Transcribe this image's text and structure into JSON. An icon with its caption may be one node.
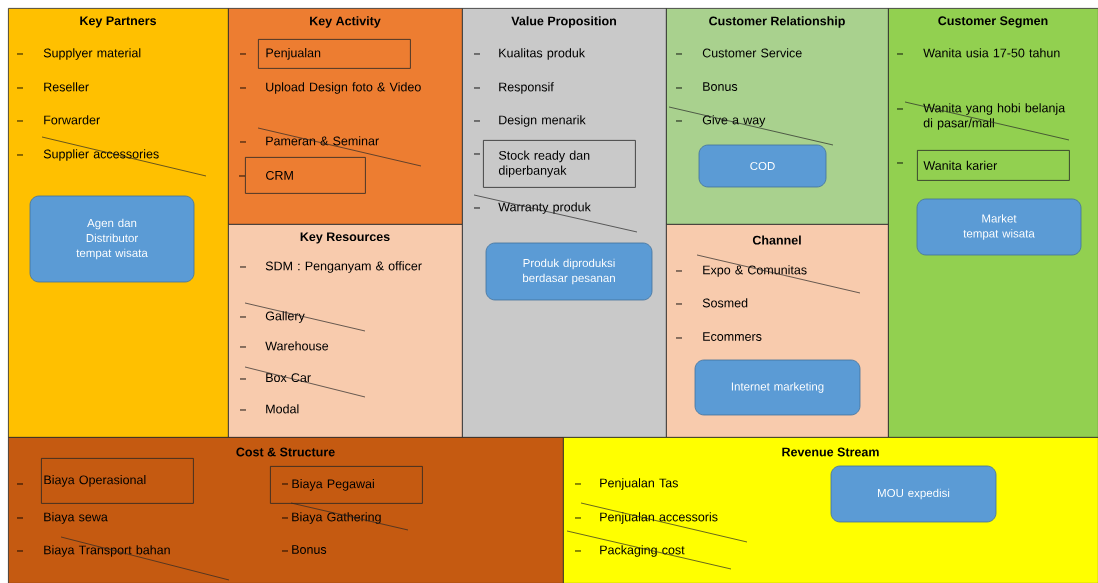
{
  "diagram": {
    "nodes": [
      {
        "text": [
          "Key Partners",
          "Supplyer material",
          "Reseller",
          "Forwarder",
          "Supplier accessories"
        ]
      },
      {
        "text": [
          "Agen dan Distributor tempat wisata"
        ],
        "in": 0
      },
      {
        "text": [
          "Key Activity",
          "Upload Design foto & Video",
          "Pameran & Seminar"
        ]
      },
      {
        "text": [
          "Penjualan"
        ],
        "in": 2
      },
      {
        "text": [
          "CRM"
        ],
        "in": 2
      },
      {
        "text": [
          "Key Resources",
          "SDM : Penganyam & officer",
          "Gallery",
          "Warehouse",
          "Box Car",
          "Modal"
        ]
      },
      {
        "text": [
          "Value Proposition",
          "Kualitas produk",
          "Responsif",
          "Design menarik",
          "Warranty produk"
        ]
      },
      {
        "text": [
          "Stock ready dan diperbanyak"
        ],
        "in": 6
      },
      {
        "text": [
          "Produk diproduksi berdasar pesanan"
        ],
        "in": 6
      },
      {
        "text": [
          "Customer Relationship",
          "Customer Service",
          "Bonus",
          "Give a way"
        ]
      },
      {
        "text": [
          "COD"
        ],
        "in": 9
      },
      {
        "text": [
          "Channel",
          "Expo & Comunitas",
          "Sosmed",
          "Ecommers"
        ]
      },
      {
        "text": [
          "Internet marketing"
        ],
        "in": 11
      },
      {
        "text": [
          "Customer Segmen",
          "Wanita usia 17-50 tahun",
          "Wanita yang hobi belanja di pasar/mall"
        ]
      },
      {
        "text": [
          "Wanita karier"
        ],
        "in": 13
      },
      {
        "text": [
          "Market tempat wisata"
        ],
        "in": 13
      },
      {
        "text": [
          "Cost & Structure",
          "Biaya sewa",
          "Biaya Transport bahan",
          "Biaya Gathering",
          "Bonus"
        ]
      },
      {
        "text": [
          "Biaya Operasional"
        ],
        "in": 16
      },
      {
        "text": [
          "Biaya Pegawai"
        ],
        "in": 16
      },
      {
        "text": [
          "Revenue Stream",
          "Penjualan Tas",
          "Penjualan accessoris",
          "Packaging cost"
        ]
      },
      {
        "text": [
          "MOU expedisi"
        ],
        "in": 19
      }
    ]
  }
}
